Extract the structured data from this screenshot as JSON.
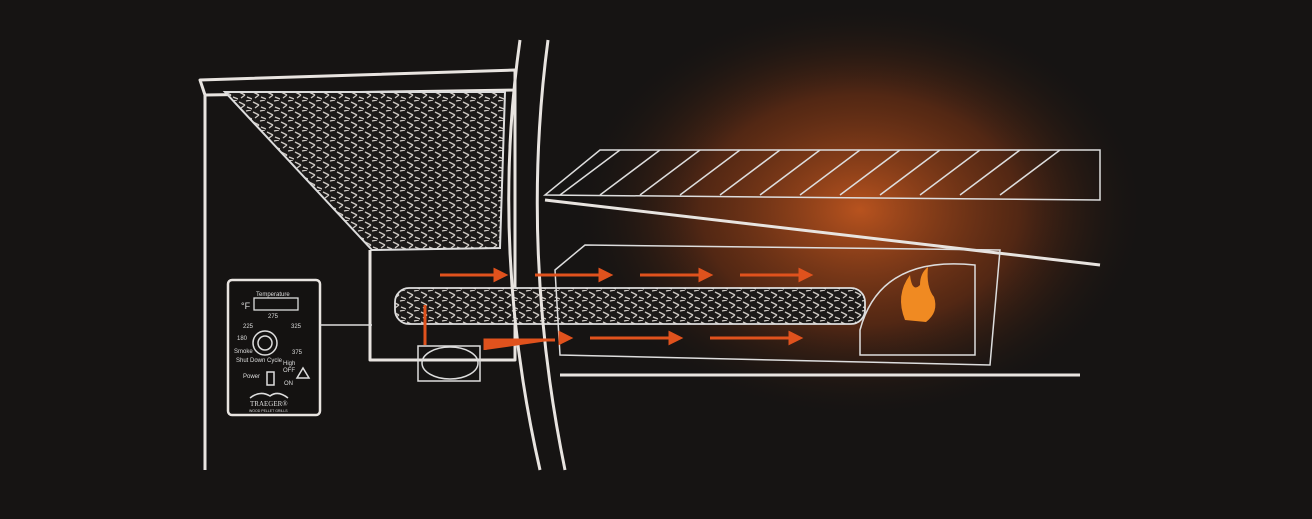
{
  "panel": {
    "temperature": "Temperature",
    "unit": "°F",
    "dial": [
      "275",
      "225",
      "325",
      "180",
      "375"
    ],
    "smoke": "Smoke",
    "shutdown": "Shut Down Cycle",
    "high": "High",
    "off": "OFF",
    "power": "Power",
    "on": "ON",
    "brand": "TRAEGER®",
    "tagline": "WOOD PELLET GRILLS"
  },
  "colors": {
    "arrow": "#e0521d",
    "glow": "#b8501e",
    "line": "#e8e4e0"
  }
}
